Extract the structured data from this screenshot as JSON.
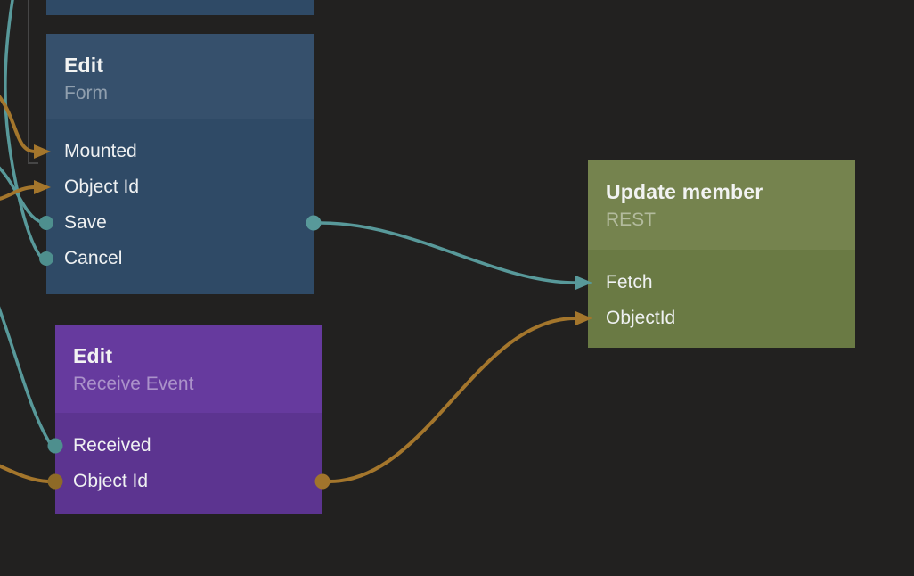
{
  "editor": {
    "kind": "node-graph-editor",
    "background_color": "#222120"
  },
  "colors": {
    "teal_wire": "#58999A",
    "orange_wire": "#A4762C",
    "grey_wire": "#464646",
    "teal_port": "#4E8F8E",
    "orange_port_in": "#8E6A27",
    "orange_port_out": "#A1742C",
    "title_text": "#F2F3F2",
    "port_text": "#EFF1F2"
  },
  "nodes": [
    {
      "id": "partial-top",
      "title": "",
      "subtitle": "",
      "header_color": "#2F4A66",
      "body_color": "#2F4A66",
      "ports": []
    },
    {
      "id": "edit-form",
      "title": "Edit",
      "subtitle": "Form",
      "header_color": "#36506C",
      "body_color": "#2F4A66",
      "ports": [
        {
          "label": "Mounted",
          "connector": "arrow-in",
          "wire_color": "orange"
        },
        {
          "label": "Object Id",
          "connector": "arrow-in",
          "wire_color": "orange"
        },
        {
          "label": "Save",
          "connector": "circle-in",
          "wire_color": "teal"
        },
        {
          "label": "Cancel",
          "connector": "circle-in",
          "wire_color": "teal"
        }
      ],
      "outputs": [
        {
          "row": "Save",
          "connector": "circle-out",
          "wire_color": "teal"
        }
      ]
    },
    {
      "id": "edit-receive-event",
      "title": "Edit",
      "subtitle": "Receive Event",
      "header_color": "#663A9E",
      "body_color": "#5C3490",
      "ports": [
        {
          "label": "Received",
          "connector": "circle-in",
          "wire_color": "teal"
        },
        {
          "label": "Object Id",
          "connector": "circle-in",
          "wire_color": "orange"
        }
      ],
      "outputs": [
        {
          "row": "Object Id",
          "connector": "circle-out",
          "wire_color": "orange"
        }
      ]
    },
    {
      "id": "update-member",
      "title": "Update member",
      "subtitle": "REST",
      "header_color": "#75834E",
      "body_color": "#6A7A44",
      "ports": [
        {
          "label": "Fetch",
          "connector": "arrow-in",
          "wire_color": "teal"
        },
        {
          "label": "ObjectId",
          "connector": "arrow-in",
          "wire_color": "orange"
        }
      ]
    }
  ],
  "connections": [
    {
      "from": "off-screen-left",
      "to": "edit-form.Mounted",
      "wire_color": "orange"
    },
    {
      "from": "off-screen-left",
      "to": "edit-form.Object Id",
      "wire_color": "orange"
    },
    {
      "from": "off-screen-left",
      "to": "edit-form.Save",
      "wire_color": "teal"
    },
    {
      "from": "off-screen-top-left",
      "to": "edit-form.Cancel",
      "wire_color": "teal"
    },
    {
      "from": "off-screen-left",
      "to": "edit-receive-event.Received",
      "wire_color": "teal"
    },
    {
      "from": "off-screen-left",
      "to": "edit-receive-event.Object Id",
      "wire_color": "orange"
    },
    {
      "from": "edit-form.Save",
      "to": "update-member.Fetch",
      "wire_color": "teal"
    },
    {
      "from": "edit-receive-event.Object Id",
      "to": "update-member.ObjectId",
      "wire_color": "orange"
    },
    {
      "from": "off-screen-top",
      "to": "edit-form-left-edge",
      "wire_color": "grey",
      "style": "elbow"
    }
  ]
}
